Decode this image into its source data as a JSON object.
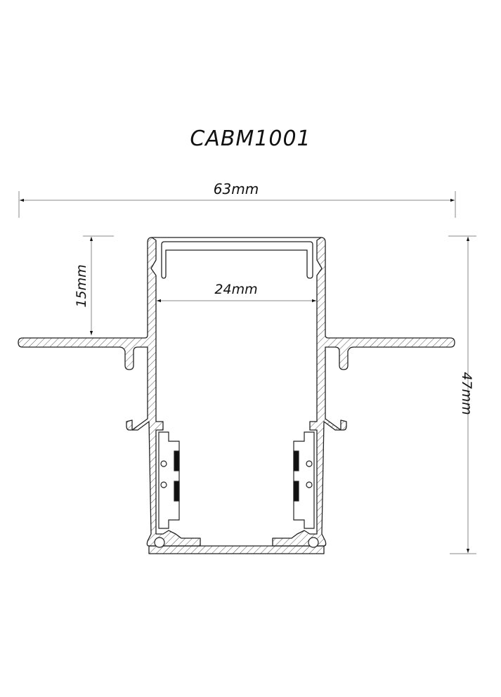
{
  "drawing": {
    "title": "CABM1001",
    "type": "aluminium profile cross-section",
    "colors": {
      "outline": "#222222",
      "hatch": "#555555",
      "dimension_line": "#888888",
      "gasket": "#111111",
      "background": "#ffffff"
    }
  },
  "dimensions": {
    "overall_width": {
      "label": "63mm",
      "value_mm": 63
    },
    "inner_width": {
      "label": "24mm",
      "value_mm": 24
    },
    "flange_height": {
      "label": "15mm",
      "value_mm": 15
    },
    "overall_height": {
      "label": "47mm",
      "value_mm": 47
    }
  }
}
